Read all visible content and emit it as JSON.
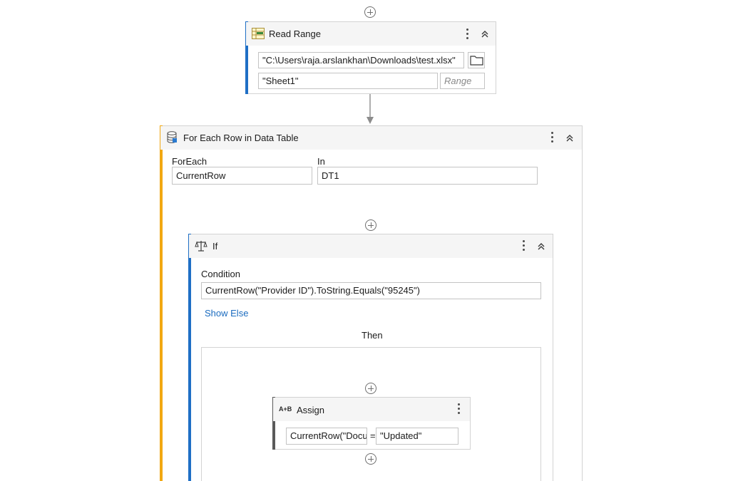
{
  "read_range": {
    "title": "Read Range",
    "path_value": "\"C:\\Users\\raja.arslankhan\\Downloads\\test.xlsx\"",
    "sheet_value": "\"Sheet1\"",
    "range_placeholder": "Range",
    "icon": "excel-range-icon"
  },
  "for_each_row": {
    "title": "For Each Row in Data Table",
    "foreach_label": "ForEach",
    "foreach_value": "CurrentRow",
    "in_label": "In",
    "in_value": "DT1",
    "icon": "data-table-icon"
  },
  "if_activity": {
    "title": "If",
    "condition_label": "Condition",
    "condition_value": "CurrentRow(\"Provider ID\").ToString.Equals(\"95245\")",
    "show_else": "Show Else",
    "then_label": "Then",
    "icon": "scale-icon"
  },
  "assign": {
    "title": "Assign",
    "icon_text": "A+B",
    "left_value": "CurrentRow(\"Docu",
    "equals": "=",
    "right_value": "\"Updated\""
  },
  "colors": {
    "read_range_accent": "#1f6fc5",
    "for_each_accent": "#f2a812",
    "if_accent": "#1f6fc5",
    "assign_accent": "#5a5a5a",
    "link": "#1a6bbf"
  }
}
